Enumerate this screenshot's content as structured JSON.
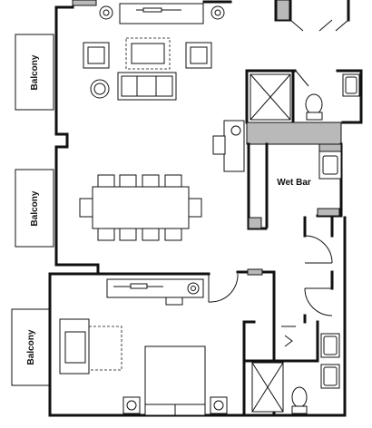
{
  "labels": {
    "balcony_top": "Balcony",
    "balcony_mid": "Balcony",
    "balcony_bottom": "Balcony",
    "wet_bar": "Wet Bar"
  },
  "colors": {
    "wall": "#111111",
    "fill_gray": "#b9b9b9",
    "background": "#ffffff"
  }
}
